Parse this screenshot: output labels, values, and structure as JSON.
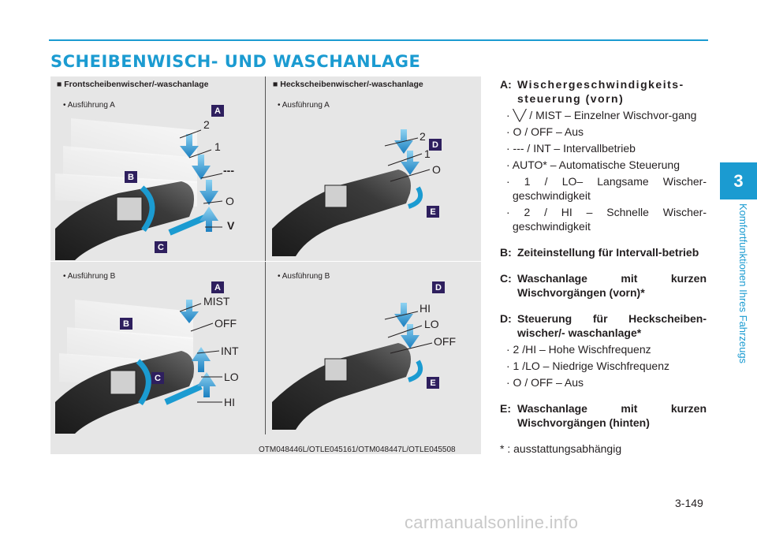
{
  "section_title": "SCHEIBENWISCH- UND WASCHANLAGE",
  "chapter": {
    "number": "3",
    "title": "Komfortfunktionen Ihres Fahrzeugs"
  },
  "figures": {
    "front_label": "■ Frontscheibenwischer/-waschanlage",
    "rear_label": "■ Heckscheibenwischer/-waschanlage",
    "variant_a": "• Ausführung A",
    "variant_b": "• Ausführung B",
    "code": "OTM048446L/OTLE045161/OTM048447L/OTLE045508",
    "callouts": {
      "front_a": {
        "A": "A",
        "B": "B",
        "C": "C",
        "pos1": "2",
        "pos2": "1",
        "pos3": "---",
        "pos4": "O",
        "pos5": "V"
      },
      "front_b": {
        "A": "A",
        "B": "B",
        "C": "C",
        "pos1": "MIST",
        "pos2": "OFF",
        "pos3": "INT",
        "pos4": "LO",
        "pos5": "HI"
      },
      "rear_a": {
        "D": "D",
        "E": "E",
        "pos1": "2",
        "pos2": "1",
        "pos3": "O"
      },
      "rear_b": {
        "D": "D",
        "E": "E",
        "pos1": "HI",
        "pos2": "LO",
        "pos3": "OFF"
      }
    }
  },
  "legend": {
    "A": {
      "key": "A:",
      "title": "Wischergeschwindigkeits-steuerung (vorn)",
      "items": [
        "· ╲╱ / MIST – Einzelner Wischvor-gang",
        "· O / OFF – Aus",
        "· --- / INT – Intervallbetrieb",
        "· AUTO* – Automatische Steuerung",
        "· 1 / LO– Langsame Wischer-geschwindigkeit",
        "· 2 / HI – Schnelle Wischer-geschwindigkeit"
      ]
    },
    "B": {
      "key": "B:",
      "title": "Zeiteinstellung für Intervall-betrieb"
    },
    "C": {
      "key": "C:",
      "title": "Waschanlage mit kurzen Wischvorgängen (vorn)*"
    },
    "D": {
      "key": "D:",
      "title": "Steuerung für Heckscheiben-wischer/- waschanlage*",
      "items": [
        "· 2 /HI – Hohe Wischfrequenz",
        "· 1 /LO – Niedrige Wischfrequenz",
        "· O / OFF – Aus"
      ]
    },
    "E": {
      "key": "E:",
      "title": "Waschanlage mit kurzen Wischvorgängen (hinten)"
    },
    "footnote": "* : ausstattungsabhängig"
  },
  "page_number": "3-149",
  "watermark": "carmanualsonline.info",
  "colors": {
    "accent": "#1b9bd1",
    "callout_box": "#2e1f5e",
    "arrow": "#1b9bd1"
  }
}
